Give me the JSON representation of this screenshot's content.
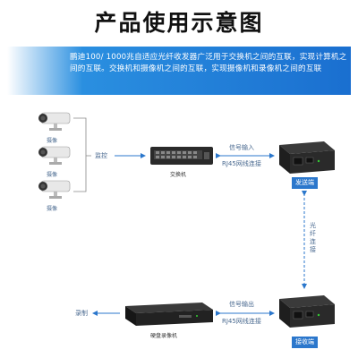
{
  "title": "产品使用示意图",
  "banner": {
    "text": "鹏迪100/ 1000兆自适应光纤收发器广泛用于交换机之间的互联，实现计算机之间的互联。交换机和摄像机之间的互联，实现摄像机和录像机之间的互联"
  },
  "labels": {
    "camera_1": "摄像",
    "camera_2": "摄像",
    "camera_3": "摄像",
    "monitor_text": "监控",
    "switch_caption": "交换机",
    "signal_in": "信号输入",
    "rj45_top": "RJ45网线连接",
    "sender_label": "发送端",
    "fiber_connect": "光\n纤\n连\n接",
    "signal_out": "信号输出",
    "rj45_bottom": "RJ45网线连接",
    "receiver_label": "接收端",
    "nvr_caption": "硬盘录像机",
    "recording_text": "录制"
  },
  "colors": {
    "accent": "#2b77cc",
    "banner": "#1a6fd0",
    "line": "#4a90d9"
  }
}
